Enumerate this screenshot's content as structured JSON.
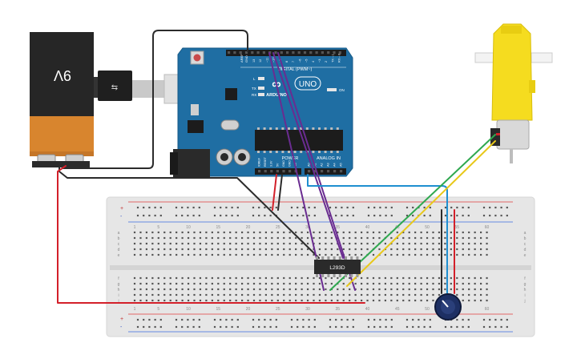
{
  "battery": {
    "label": "9V"
  },
  "arduino": {
    "brand": "ARDUINO",
    "model": "UNO",
    "digital_label": "DIGITAL (PWM~)",
    "power_label": "POWER",
    "analog_label": "ANALOG IN",
    "on_label": "ON",
    "tx_label": "TX",
    "rx_label": "RX",
    "l_label": "L",
    "aref_label": "AREF",
    "gnd_label": "GND",
    "digital_pins": [
      "13",
      "12",
      "~11",
      "~10",
      "~9",
      "8",
      "7",
      "~6",
      "~5",
      "4",
      "~3",
      "2",
      "TX→1",
      "RX←0"
    ],
    "power_pins": [
      "IOREF",
      "RESET",
      "3.3V",
      "5V",
      "GND",
      "GND",
      "Vin"
    ],
    "analog_pins": [
      "A0",
      "A1",
      "A2",
      "A3",
      "A4",
      "A5"
    ]
  },
  "breadboard": {
    "column_numbers_top": [
      "1",
      "5",
      "10",
      "15",
      "20",
      "25",
      "30",
      "35",
      "40",
      "45",
      "50",
      "55",
      "60"
    ],
    "column_numbers_bottom": [
      "1",
      "5",
      "10",
      "15",
      "20",
      "25",
      "30",
      "35",
      "40",
      "45",
      "50",
      "55",
      "60"
    ],
    "row_letters_top": [
      "a",
      "b",
      "c",
      "d",
      "e"
    ],
    "row_letters_bottom": [
      "f",
      "g",
      "h",
      "i",
      "j"
    ],
    "rail_plus": "+",
    "rail_minus": "-"
  },
  "ic": {
    "label": "L293D"
  },
  "colors": {
    "wire_red": "#d3202a",
    "wire_black": "#2b2b2b",
    "wire_purple": "#6a2c91",
    "wire_green": "#2fa84f",
    "wire_yellow": "#e8c81a",
    "wire_blue": "#1f8fd0",
    "arduino_board": "#1f6ea3",
    "motor_yellow": "#f5dc1f",
    "breadboard": "#e9e9e9"
  }
}
